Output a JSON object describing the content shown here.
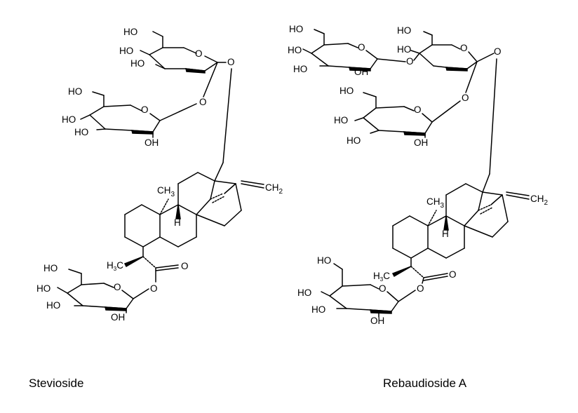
{
  "captions": {
    "left": "Stevioside",
    "right": "Rebaudioside A"
  },
  "atoms": {
    "ho": "HO",
    "oh": "OH",
    "o": "O",
    "ch3": "CH",
    "h3c": "H",
    "h3c_c": "C",
    "sub3": "3",
    "ch2": "CH",
    "sub2": "2",
    "h": "H"
  }
}
